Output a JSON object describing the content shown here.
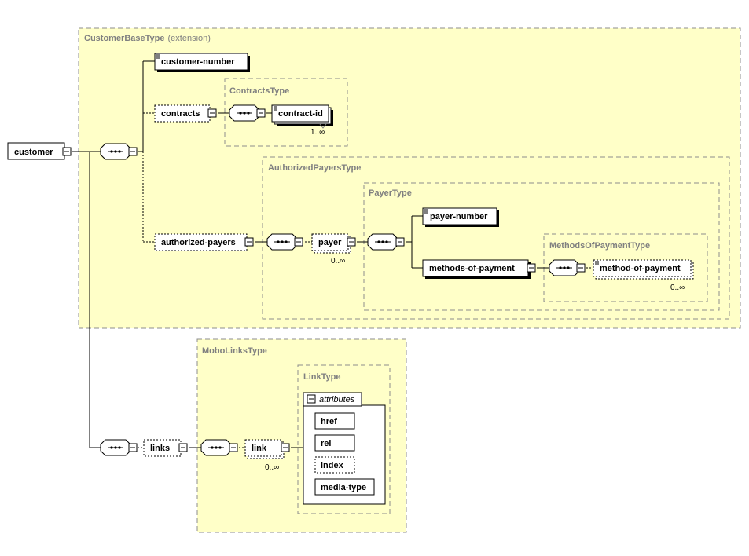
{
  "diagram": {
    "root_element": "customer",
    "types": {
      "customer_base": {
        "name": "CustomerBaseType",
        "qualifier": "(extension)"
      },
      "contracts": {
        "name": "ContractsType"
      },
      "authorized_payers": {
        "name": "AuthorizedPayersType"
      },
      "payer": {
        "name": "PayerType"
      },
      "methods_of_payment": {
        "name": "MethodsOfPaymentType"
      },
      "mobo_links": {
        "name": "MoboLinksType"
      },
      "link": {
        "name": "LinkType"
      }
    },
    "elements": {
      "customer_number": "customer-number",
      "contracts": "contracts",
      "contract_id": "contract-id",
      "contract_id_occurs": "1..∞",
      "authorized_payers": "authorized-payers",
      "payer": "payer",
      "payer_occurs": "0..∞",
      "payer_number": "payer-number",
      "methods_of_payment": "methods-of-payment",
      "method_of_payment": "method-of-payment",
      "method_of_payment_occurs": "0..∞",
      "links": "links",
      "link": "link",
      "link_occurs": "0..∞"
    },
    "attributes": {
      "header": "attributes",
      "items": [
        "href",
        "rel",
        "index",
        "media-type"
      ]
    },
    "colors": {
      "type_fill": "#ffffc8",
      "type_border": "#8c8c8c",
      "type_label": "#808080"
    }
  }
}
